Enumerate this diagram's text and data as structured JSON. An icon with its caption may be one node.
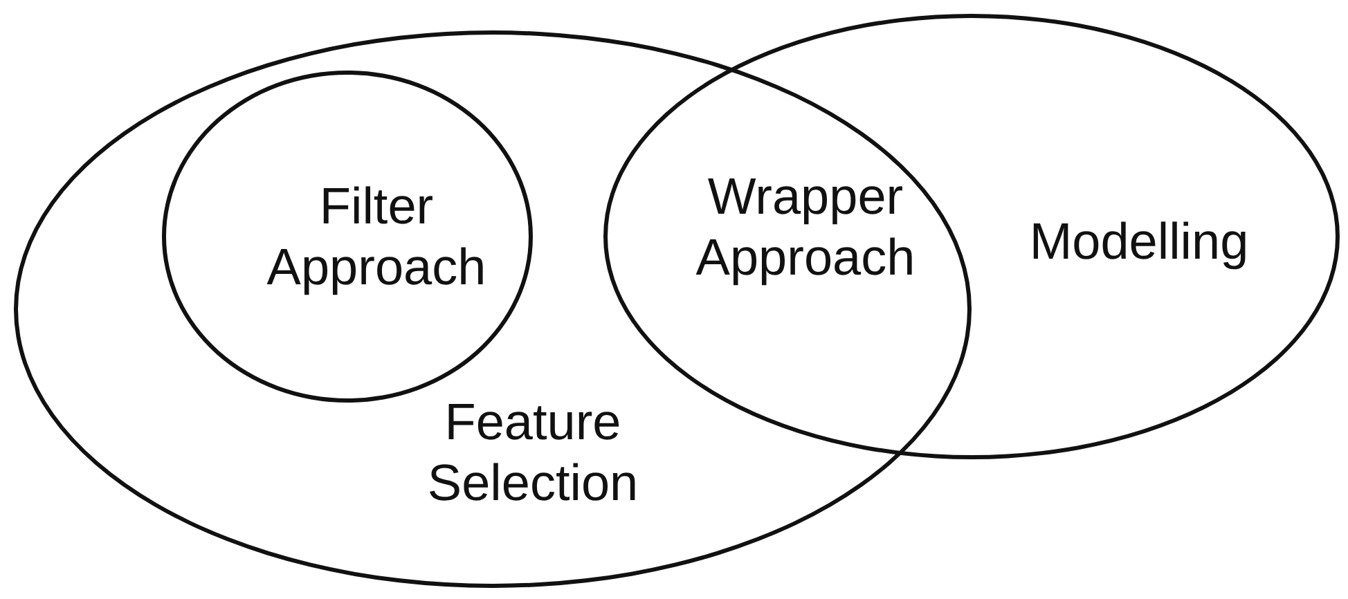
{
  "diagram": {
    "nodes": [
      {
        "text": [
          "Feature Selection"
        ]
      },
      {
        "text": [
          "Filter Approach"
        ],
        "in": 0
      },
      {
        "text": [
          "Modelling"
        ]
      }
    ],
    "labels": [
      "Wrapper Approach"
    ]
  }
}
